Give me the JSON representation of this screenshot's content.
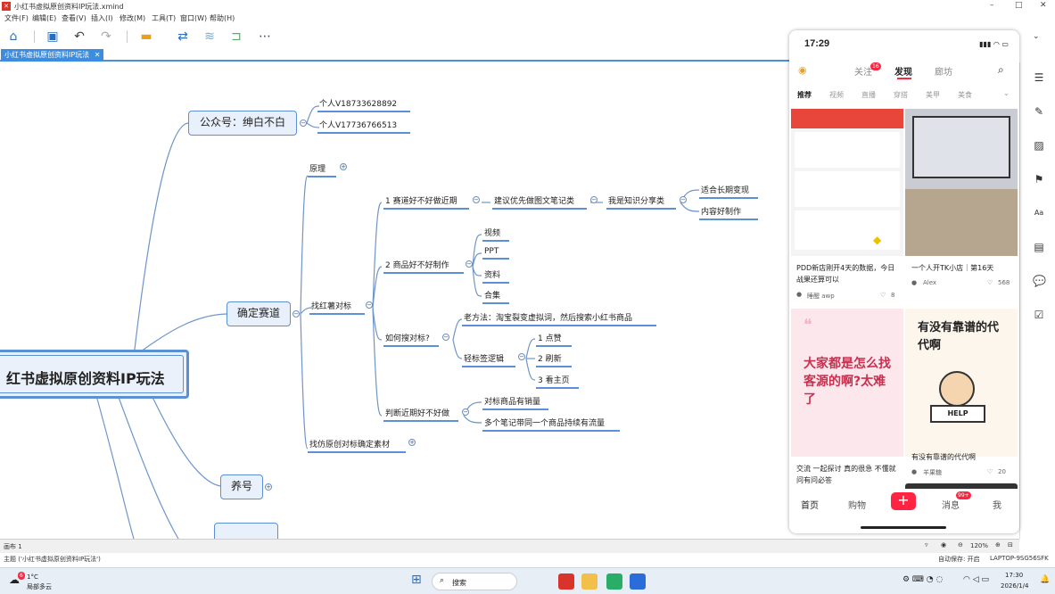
{
  "window": {
    "title": "小红书虚拟原创资料IP玩法.xmind",
    "controls": [
      "–",
      "□",
      "✕"
    ]
  },
  "menu": [
    "文件(F)",
    "编辑(E)",
    "查看(V)",
    "插入(I)",
    "修改(M)",
    "工具(T)",
    "窗口(W)",
    "帮助(H)"
  ],
  "tab": {
    "label": "小红书虚拟原创资料IP玩法",
    "close": "✕"
  },
  "mindmap": {
    "root": "红书虚拟原创资料IP玩法",
    "gzh": "公众号：绅白不白",
    "gzh_children": [
      "个人V18733628892",
      "个人V17736766513"
    ],
    "yuanli": "原理",
    "queding": "确定赛道",
    "zhaohongshu": "找红薯对标",
    "saidao": "1 赛道好不好做近期",
    "jianyi": "建议优先做图文笔记类",
    "zhishi": "我是知识分享类",
    "shihe": "适合长期变现",
    "neirong": "内容好制作",
    "shangpin": "2 商品好不好制作",
    "shangpin_children": [
      "视频",
      "PPT",
      "资料",
      "合集"
    ],
    "rusou": "如何搜对标?",
    "laofangfa": "老方法：淘宝裂变虚拟词，然后搜索小红书商品",
    "qingbiao": "轻标签逻辑",
    "qingbiao_children": [
      "1 点赞",
      "2 刷新",
      "3 看主页"
    ],
    "panduan": "判断近期好不好做",
    "panduan_children": [
      "对标商品有销量",
      "多个笔记带同一个商品持续有流量"
    ],
    "zhaofang": "找仿原创对标确定素材",
    "yanghao": "养号"
  },
  "phone": {
    "time": "17:29",
    "tabs": [
      "关注",
      "发现",
      "廊坊"
    ],
    "follow_badge": "16",
    "categories": [
      "推荐",
      "视频",
      "直播",
      "穿搭",
      "美甲",
      "美食"
    ],
    "cards": [
      {
        "title": "PDD新店刚开4天的数据，今日战果还算可以",
        "author": "睡醒 awp",
        "likes": "8"
      },
      {
        "title": "一个人开TK小店｜第16天",
        "author": "Alex",
        "likes": "568"
      },
      {
        "title": "交流 一起探讨 真的很急 不懂就问有问必答",
        "cover": "大家都是怎么找客源的啊?太难了"
      },
      {
        "title": "有没有靠谱的代代啊",
        "author": "羊果糖",
        "likes": "20",
        "cover": "有没有靠谱的代代啊",
        "help": "HELP"
      }
    ],
    "nav": [
      "首页",
      "购物",
      "+",
      "消息",
      "我"
    ],
    "msg_badge": "99+"
  },
  "status": {
    "sheet": "画布 1",
    "zoom": "120%",
    "topic": "主题 ('小红书虚拟原创资料IP玩法')",
    "autosave": "自动保存: 开启",
    "host": "LAPTOP-9SG56SFK"
  },
  "taskbar": {
    "weather": "1°C",
    "weather_desc": "局部多云",
    "search": "搜索",
    "clock_time": "17:30",
    "clock_date": "2026/1/4",
    "notif": "6"
  }
}
